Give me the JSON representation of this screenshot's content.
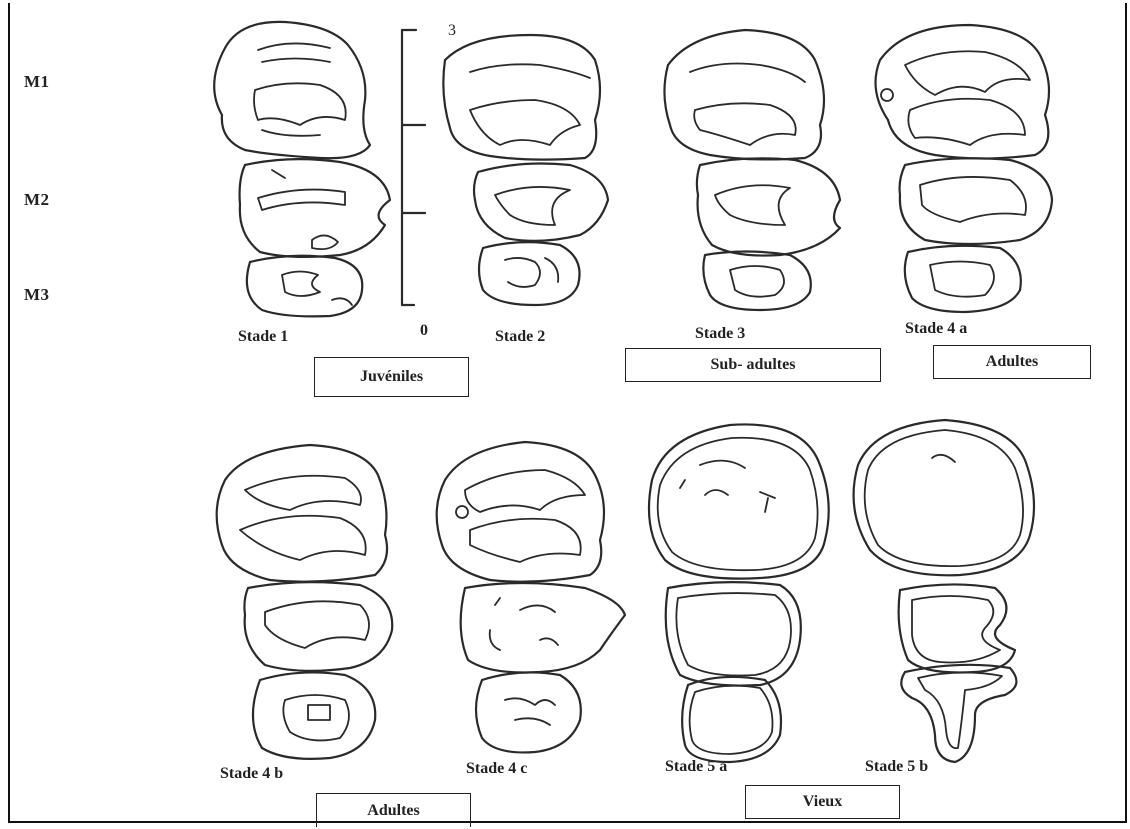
{
  "row_labels": {
    "m1": "M1",
    "m2": "M2",
    "m3": "M3"
  },
  "scale": {
    "top": "3",
    "bottom": "0"
  },
  "stages": {
    "s1": "Stade 1",
    "s2": "Stade 2",
    "s3": "Stade 3",
    "s4a": "Stade 4 a",
    "s4b": "Stade 4 b",
    "s4c": "Stade 4 c",
    "s5a": "Stade 5 a",
    "s5b": "Stade 5 b"
  },
  "groups": {
    "juveniles": "Juvéniles",
    "subadultes": "Sub- adultes",
    "adultes_top": "Adultes",
    "adultes_bottom": "Adultes",
    "vieux": "Vieux"
  }
}
